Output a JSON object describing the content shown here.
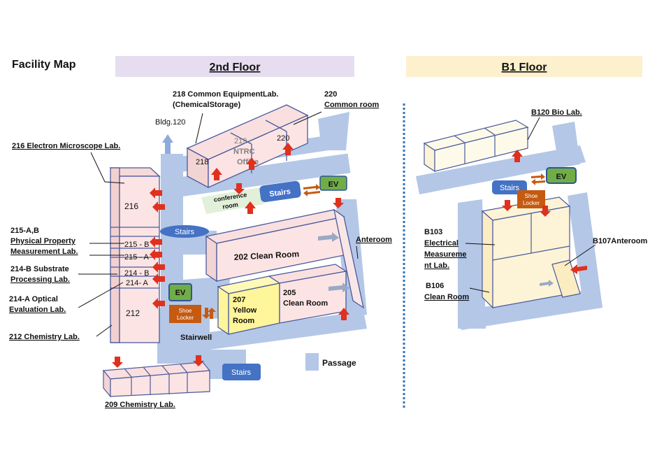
{
  "title": "Facility Map",
  "floor2": {
    "heading": "2nd Floor",
    "bldg": "Bldg.120",
    "rooms": {
      "r216": "216",
      "r215b": "215 - B",
      "r215a": "215 - A",
      "r214b": "214 - B",
      "r214a": "214- A",
      "r212": "212",
      "r218": "218",
      "r219": [
        "219",
        "NTRC",
        "Office"
      ],
      "r220": "220",
      "conference": [
        "conference",
        "room"
      ],
      "r202": "202 Clean Room",
      "r207": [
        "207",
        "Yellow",
        "Room"
      ],
      "r205": [
        "205",
        "Clean Room"
      ],
      "ev": "EV",
      "stairs": "Stairs",
      "shoe_locker": [
        "Shoe",
        "Locker"
      ],
      "stairwell": "Stairwell"
    },
    "labels": {
      "l216": "216 Electron Microscope Lab.",
      "l218": [
        "218 Common EquipmentLab.",
        "(ChemicalStorage)"
      ],
      "l220": [
        "220",
        "Common room"
      ],
      "l215": [
        "215-A,B",
        "Physical Property",
        "Measurement Lab."
      ],
      "l214b": [
        "214-B  Substrate",
        "Processing Lab."
      ],
      "l214a": [
        "214-A  Optical",
        "Evaluation Lab."
      ],
      "l212": "212 Chemistry Lab.",
      "l209": "209 Chemistry Lab.",
      "anteroom": "Anteroom"
    }
  },
  "floorB1": {
    "heading": "B1 Floor",
    "rooms": {
      "stairs": "Stairs",
      "ev": "EV",
      "shoe_locker": [
        "Shoe",
        "Locker"
      ]
    },
    "labels": {
      "b120": "B120 Bio Lab.",
      "b103": [
        "B103",
        "Electrical",
        "Measureme",
        "nt Lab."
      ],
      "b107": "B107Anteroom",
      "b106": [
        "B106",
        "Clean Room"
      ]
    }
  },
  "legend": {
    "passage": "Passage"
  },
  "colors": {
    "passage": "#b4c7e7",
    "room_outline": "#4a5a9c",
    "room_fill_2f": "#fce4e4",
    "room_fill_b1": "#fdf3d6",
    "heading_2f_bg": "#e6def0",
    "heading_b1_bg": "#fdf0cc",
    "arrow": "#e0301e",
    "ev_green": "#70ad47",
    "stairs_blue": "#4472c4",
    "shoe_orange": "#c55a11",
    "yellow_room": "#fff59a",
    "conference_green": "#e2f0d9",
    "divider": "#2e75b6"
  }
}
